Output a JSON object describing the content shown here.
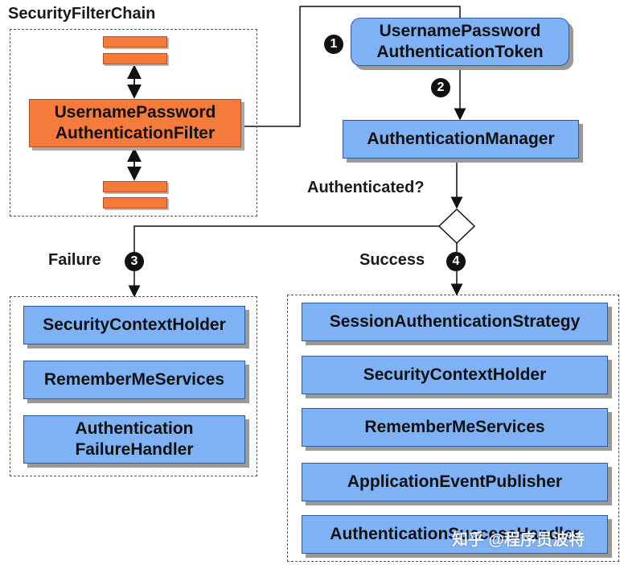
{
  "security_filter_chain": {
    "title": "SecurityFilterChain",
    "filter_line1": "UsernamePassword",
    "filter_line2": "AuthenticationFilter"
  },
  "token": {
    "line1": "UsernamePassword",
    "line2": "AuthenticationToken"
  },
  "manager": {
    "label": "AuthenticationManager"
  },
  "decision": {
    "question": "Authenticated?"
  },
  "failure": {
    "label": "Failure",
    "items": [
      "SecurityContextHolder",
      "RememberMeServices"
    ],
    "handler_line1": "Authentication",
    "handler_line2": "FailureHandler"
  },
  "success": {
    "label": "Success",
    "items": [
      "SessionAuthenticationStrategy",
      "SecurityContextHolder",
      "RememberMeServices",
      "ApplicationEventPublisher",
      "AuthenticationSuccessHandler"
    ]
  },
  "steps": [
    "1",
    "2",
    "3",
    "4"
  ],
  "watermark": "知乎 @程序员波特",
  "colors": {
    "blue": "#7fb2f5",
    "orange": "#f47b3b"
  }
}
